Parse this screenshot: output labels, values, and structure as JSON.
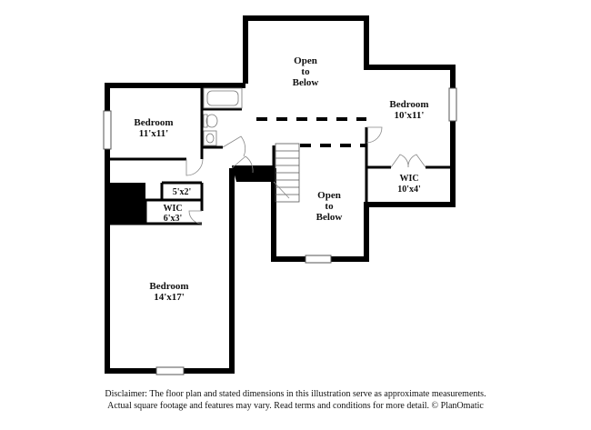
{
  "rooms": {
    "bedroom_top_left": {
      "name": "Bedroom",
      "dims": "11'x11'"
    },
    "open_to_below_top": {
      "line1": "Open",
      "line2": "to",
      "line3": "Below"
    },
    "bedroom_right": {
      "name": "Bedroom",
      "dims": "10'x11'"
    },
    "closet_small": {
      "dims": "5'x2'"
    },
    "wic_left": {
      "name": "WIC",
      "dims": "6'x3'"
    },
    "wic_right": {
      "name": "WIC",
      "dims": "10'x4'"
    },
    "open_to_below_center": {
      "line1": "Open",
      "line2": "to",
      "line3": "Below"
    },
    "bedroom_large": {
      "name": "Bedroom",
      "dims": "14'x17'"
    }
  },
  "disclaimer": {
    "line1": "Disclaimer: The floor plan and stated dimensions in this illustration serve as approximate measurements.",
    "line2": "Actual square footage and features may vary. Read terms and conditions for more detail. © PlanOmatic"
  },
  "colors": {
    "wall": "#000000",
    "background": "#ffffff",
    "fixture": "#777777"
  }
}
